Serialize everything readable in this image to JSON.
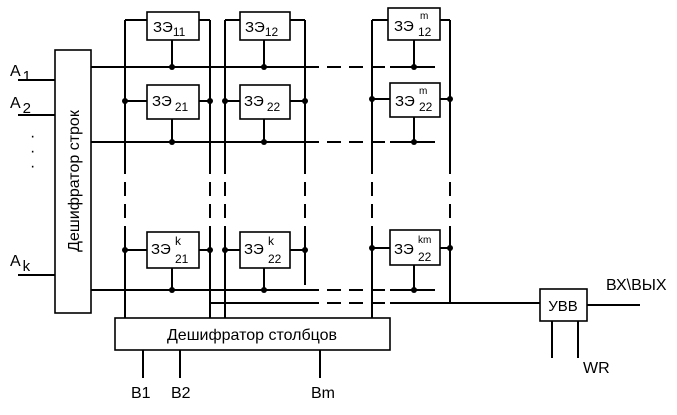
{
  "row_decoder": {
    "label": "Дешифратор строк"
  },
  "col_decoder": {
    "label": "Дешифратор столбцов"
  },
  "address_inputs": [
    {
      "letter": "A",
      "index": "1"
    },
    {
      "letter": "A",
      "index": "2"
    },
    {
      "letter": "A",
      "index": "k"
    }
  ],
  "ellipsis": "·",
  "column_inputs": [
    "B1",
    "B2",
    "Bm"
  ],
  "cells": [
    {
      "prefix": "ЗЭ",
      "sub": "11",
      "sup": ""
    },
    {
      "prefix": "ЗЭ",
      "sub": "12",
      "sup": ""
    },
    {
      "prefix": "ЗЭ",
      "sub": "12",
      "sup": "m"
    },
    {
      "prefix": "ЗЭ",
      "sub": "21",
      "sup": ""
    },
    {
      "prefix": "ЗЭ",
      "sub": "22",
      "sup": ""
    },
    {
      "prefix": "ЗЭ",
      "sub": "22",
      "sup": "m"
    },
    {
      "prefix": "ЗЭ",
      "sub": "21",
      "sup": "k"
    },
    {
      "prefix": "ЗЭ",
      "sub": "22",
      "sup": "k"
    },
    {
      "prefix": "ЗЭ",
      "sub": "22",
      "sup": "km"
    }
  ],
  "io_unit": {
    "label": "УВВ"
  },
  "io_label": "ВХ\\ВЫХ",
  "wr_label": "WR"
}
